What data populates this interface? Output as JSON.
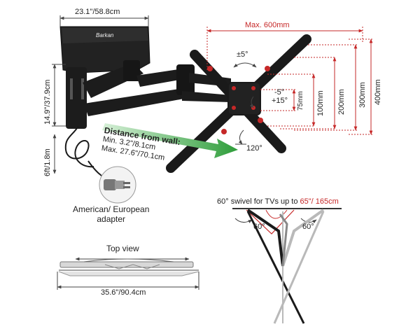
{
  "colors": {
    "mount_dark": "#1c1c1c",
    "measure_red": "#c62828",
    "arrow_green": "#2e9d3a",
    "dim_gray": "#444444",
    "ghost_gray": "#b9b9b9"
  },
  "brand": {
    "logo_text": "Barkan"
  },
  "dims": {
    "plate_width": "23.1\"/58.8cm",
    "arm_height": "14.9\"/37.9cm",
    "cable_length": "6ft/1.8m",
    "max_width": "Max. 600mm",
    "tilt_up_down": "±5°",
    "tilt_minus": "-5°",
    "tilt_plus": "+15°",
    "v75": "75mm",
    "v100": "100mm",
    "v200": "200mm",
    "v300": "300mm",
    "v400": "400mm",
    "rotation": "120°",
    "top_width": "35.6\"/90.4cm"
  },
  "distance": {
    "title": "Distance from wall:",
    "min": "Min. 3.2\"/8.1cm",
    "max": "Max. 27.6\"/70.1cm"
  },
  "adapter": {
    "line1": "American/ European",
    "line2": "adapter"
  },
  "top_view": {
    "label": "Top view"
  },
  "swivel": {
    "prefix": "60° swivel for TVs up to ",
    "highlight": "65\"/ 165cm",
    "angle_left": "60°",
    "angle_right": "60°"
  }
}
